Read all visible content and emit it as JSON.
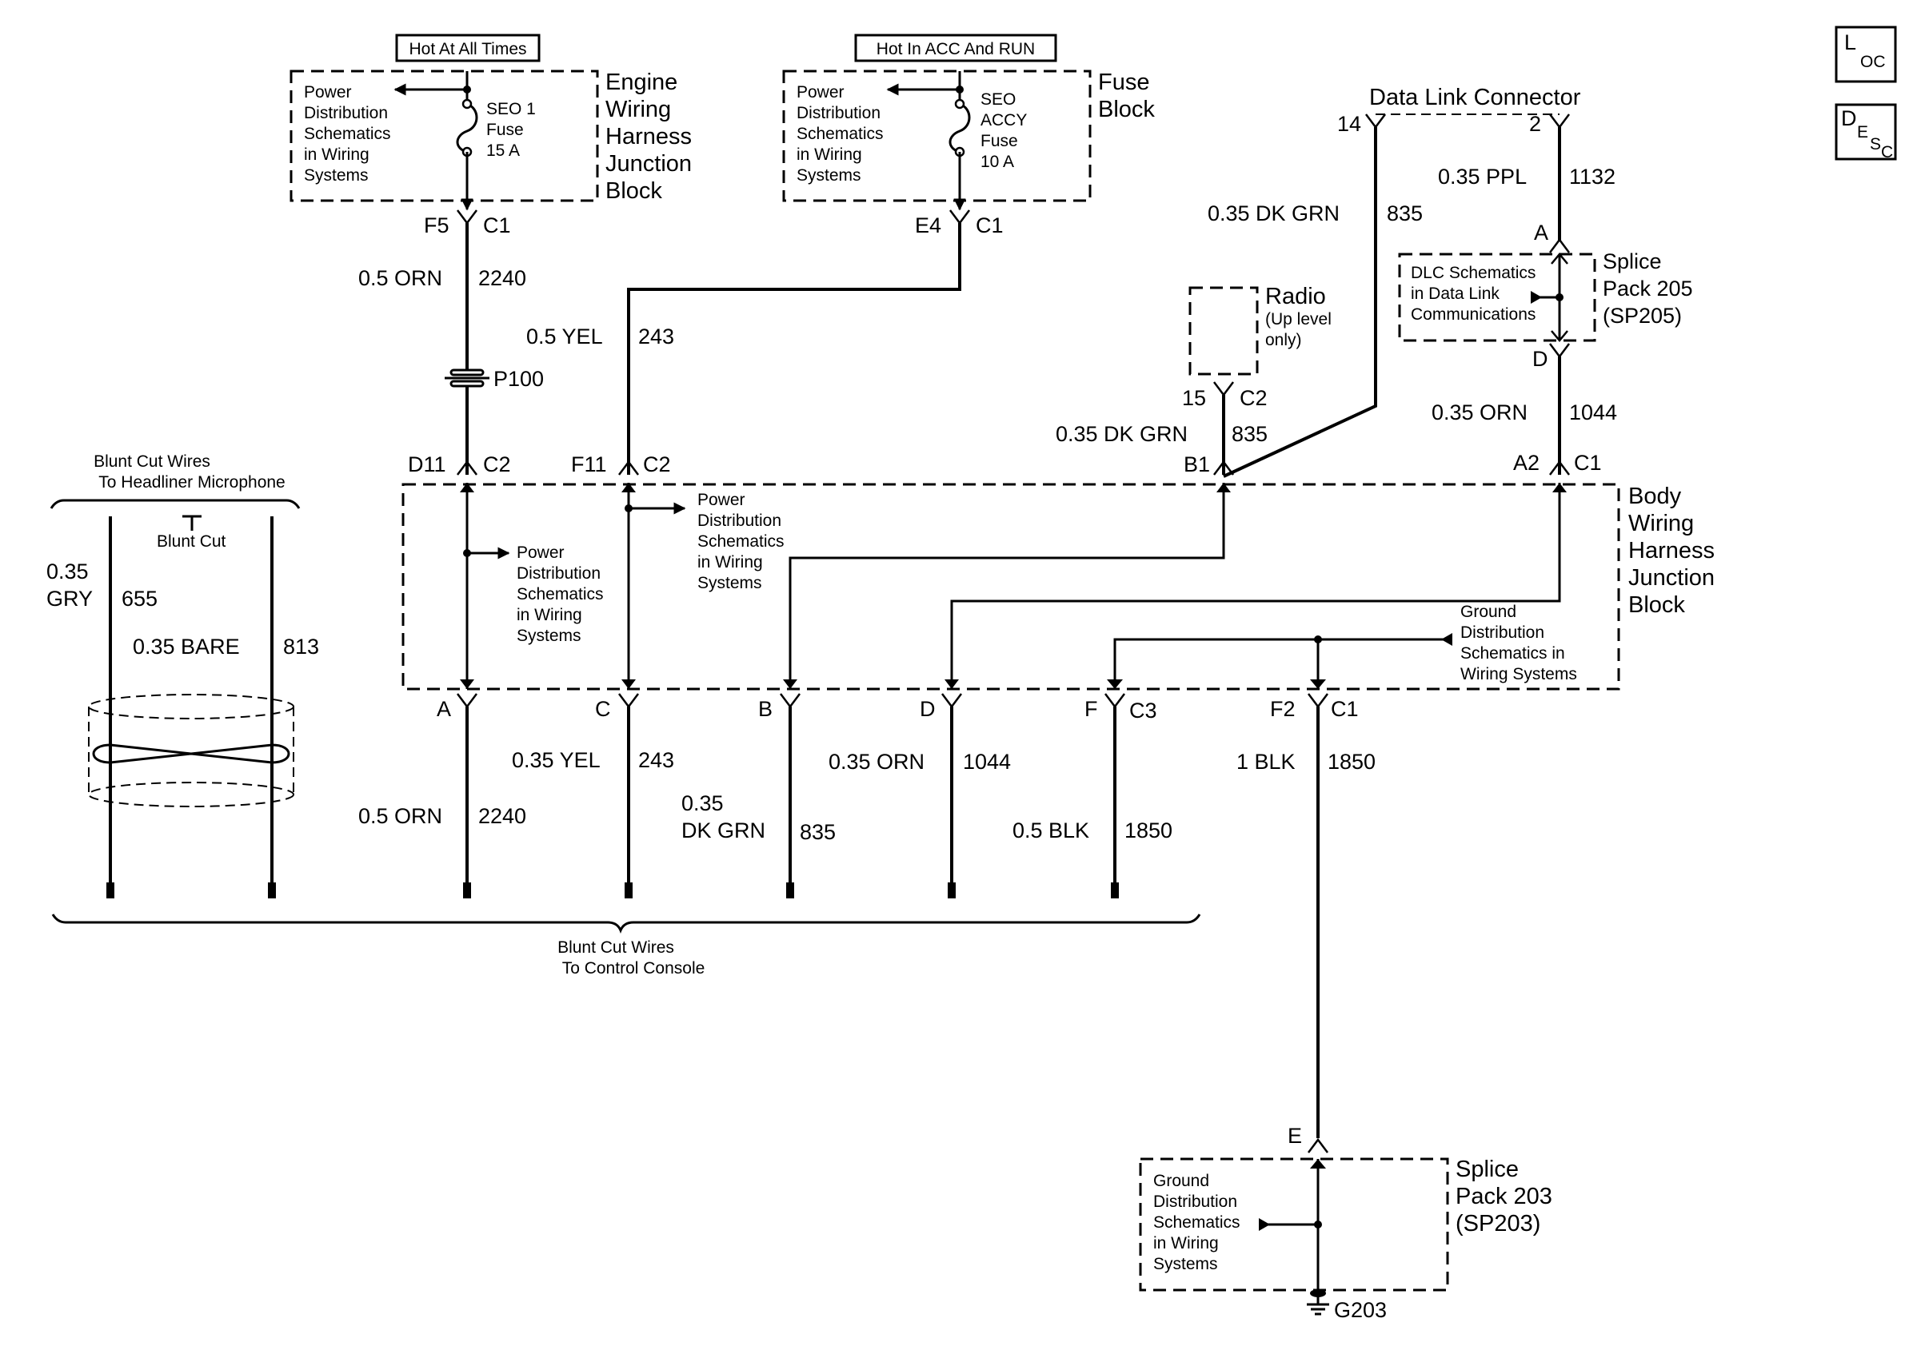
{
  "ids": {
    "loc_l": "L",
    "loc_oc": "OC",
    "desc_d": "D",
    "desc_e": "E",
    "desc_s": "S",
    "desc_c": "C"
  },
  "labels": {
    "hot_always": "Hot At All Times",
    "hot_acc": "Hot In ACC And RUN",
    "pds1": [
      "Power",
      "Distribution",
      "Schematics",
      "in Wiring",
      "Systems"
    ],
    "pds2": [
      "Power",
      "Distribution",
      "Schematics",
      "in Wiring",
      "Systems"
    ],
    "pds3": [
      "Power",
      "Distribution",
      "Schematics",
      "in Wiring",
      "Systems"
    ],
    "pds4": [
      "Power",
      "Distribution",
      "Schematics",
      "in Wiring",
      "Systems"
    ],
    "gds1": [
      "Ground",
      "Distribution",
      "Schematics in",
      "Wiring Systems"
    ],
    "gds2": [
      "Ground",
      "Distribution",
      "Schematics",
      "in Wiring",
      "Systems"
    ],
    "fuse1": [
      "SEO 1",
      "Fuse",
      "15 A"
    ],
    "fuse2": [
      "SEO",
      "ACCY",
      "Fuse",
      "10 A"
    ],
    "ewhjb": [
      "Engine",
      "Wiring",
      "Harness",
      "Junction",
      "Block"
    ],
    "fuse_block": [
      "Fuse",
      "Block"
    ],
    "dlc": "Data Link Connector",
    "radio": "Radio",
    "radio_note": [
      "(Up level",
      "only)"
    ],
    "sp205": [
      "Splice",
      "Pack 205",
      "(SP205)"
    ],
    "sp205_inner": [
      "DLC Schematics",
      "in Data Link",
      "Communications"
    ],
    "bwhjb": [
      "Body",
      "Wiring",
      "Harness",
      "Junction",
      "Block"
    ],
    "sp203": [
      "Splice",
      "Pack 203",
      "(SP203)"
    ],
    "blunt_mic": [
      "Blunt Cut Wires",
      "To Headliner Microphone"
    ],
    "blunt_cut": "Blunt Cut",
    "blunt_console": [
      "Blunt Cut Wires",
      "To Control Console"
    ],
    "p100": "P100",
    "g203": "G203"
  },
  "pins": {
    "f5": "F5",
    "c1a": "C1",
    "e4": "E4",
    "c1b": "C1",
    "dlc14": "14",
    "dlc2": "2",
    "sp205_a": "A",
    "sp205_d": "D",
    "r15": "15",
    "rc2": "C2",
    "d11": "D11",
    "c2a": "C2",
    "f11": "F11",
    "c2b": "C2",
    "b1": "B1",
    "a2": "A2",
    "c1c": "C1",
    "a": "A",
    "c": "C",
    "b": "B",
    "d": "D",
    "f": "F",
    "c3": "C3",
    "f2": "F2",
    "c1d": "C1",
    "sp203_e": "E"
  },
  "wires": {
    "orn2240_top": {
      "spec": "0.5 ORN",
      "circuit": "2240"
    },
    "yel243_top": {
      "spec": "0.5 YEL",
      "circuit": "243"
    },
    "dkgrn835_dlc": {
      "spec": "0.35 DK GRN",
      "circuit": "835"
    },
    "ppl1132": {
      "spec": "0.35 PPL",
      "circuit": "1132"
    },
    "orn1044_top": {
      "spec": "0.35 ORN",
      "circuit": "1044"
    },
    "dkgrn835_radio": {
      "spec": "0.35 DK GRN",
      "circuit": "835"
    },
    "gry655": {
      "spec_a": "0.35",
      "spec_b": "GRY",
      "circuit": "655"
    },
    "bare813": {
      "spec": "0.35 BARE",
      "circuit": "813"
    },
    "yel243_bot": {
      "spec": "0.35 YEL",
      "circuit": "243"
    },
    "orn1044_bot": {
      "spec": "0.35 ORN",
      "circuit": "1044"
    },
    "blk1850_f2": {
      "spec": "1 BLK",
      "circuit": "1850"
    },
    "orn2240_bot": {
      "spec": "0.5 ORN",
      "circuit": "2240"
    },
    "dkgrn835_bot": {
      "spec_a": "0.35",
      "spec_b": "DK GRN",
      "circuit": "835"
    },
    "blk1850_f": {
      "spec": "0.5 BLK",
      "circuit": "1850"
    }
  }
}
